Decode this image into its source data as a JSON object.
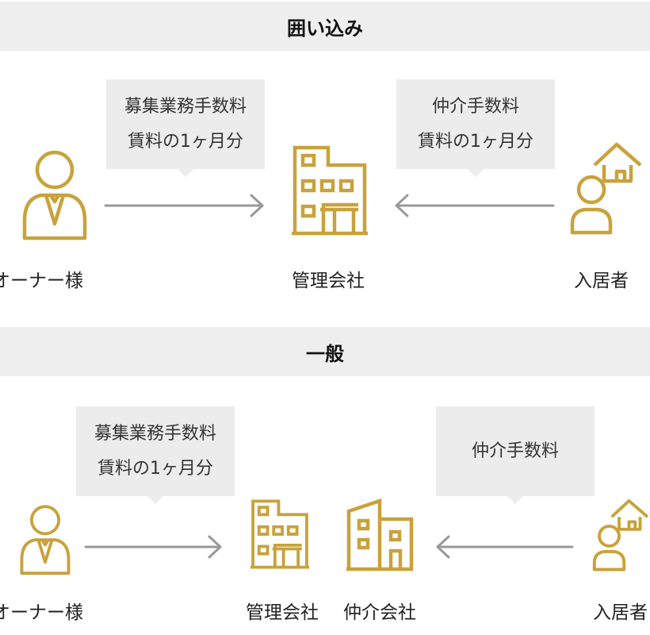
{
  "colors": {
    "icon": "#c8a23c",
    "arrow": "#999999",
    "band": "#eeeeee",
    "bubble": "#ececec"
  },
  "enclosure": {
    "title": "囲い込み",
    "left_fee": {
      "line1": "募集業務手数料",
      "line2": "賃料の1ヶ月分"
    },
    "right_fee": {
      "line1": "仲介手数料",
      "line2": "賃料の1ヶ月分"
    },
    "owner_label": "オーナー様",
    "company_label": "管理会社",
    "tenant_label": "入居者"
  },
  "general": {
    "title": "一般",
    "left_fee": {
      "line1": "募集業務手数料",
      "line2": "賃料の1ヶ月分"
    },
    "right_fee": {
      "line1": "仲介手数料"
    },
    "owner_label": "オーナー様",
    "company_label": "管理会社",
    "broker_label": "仲介会社",
    "tenant_label": "入居者"
  }
}
